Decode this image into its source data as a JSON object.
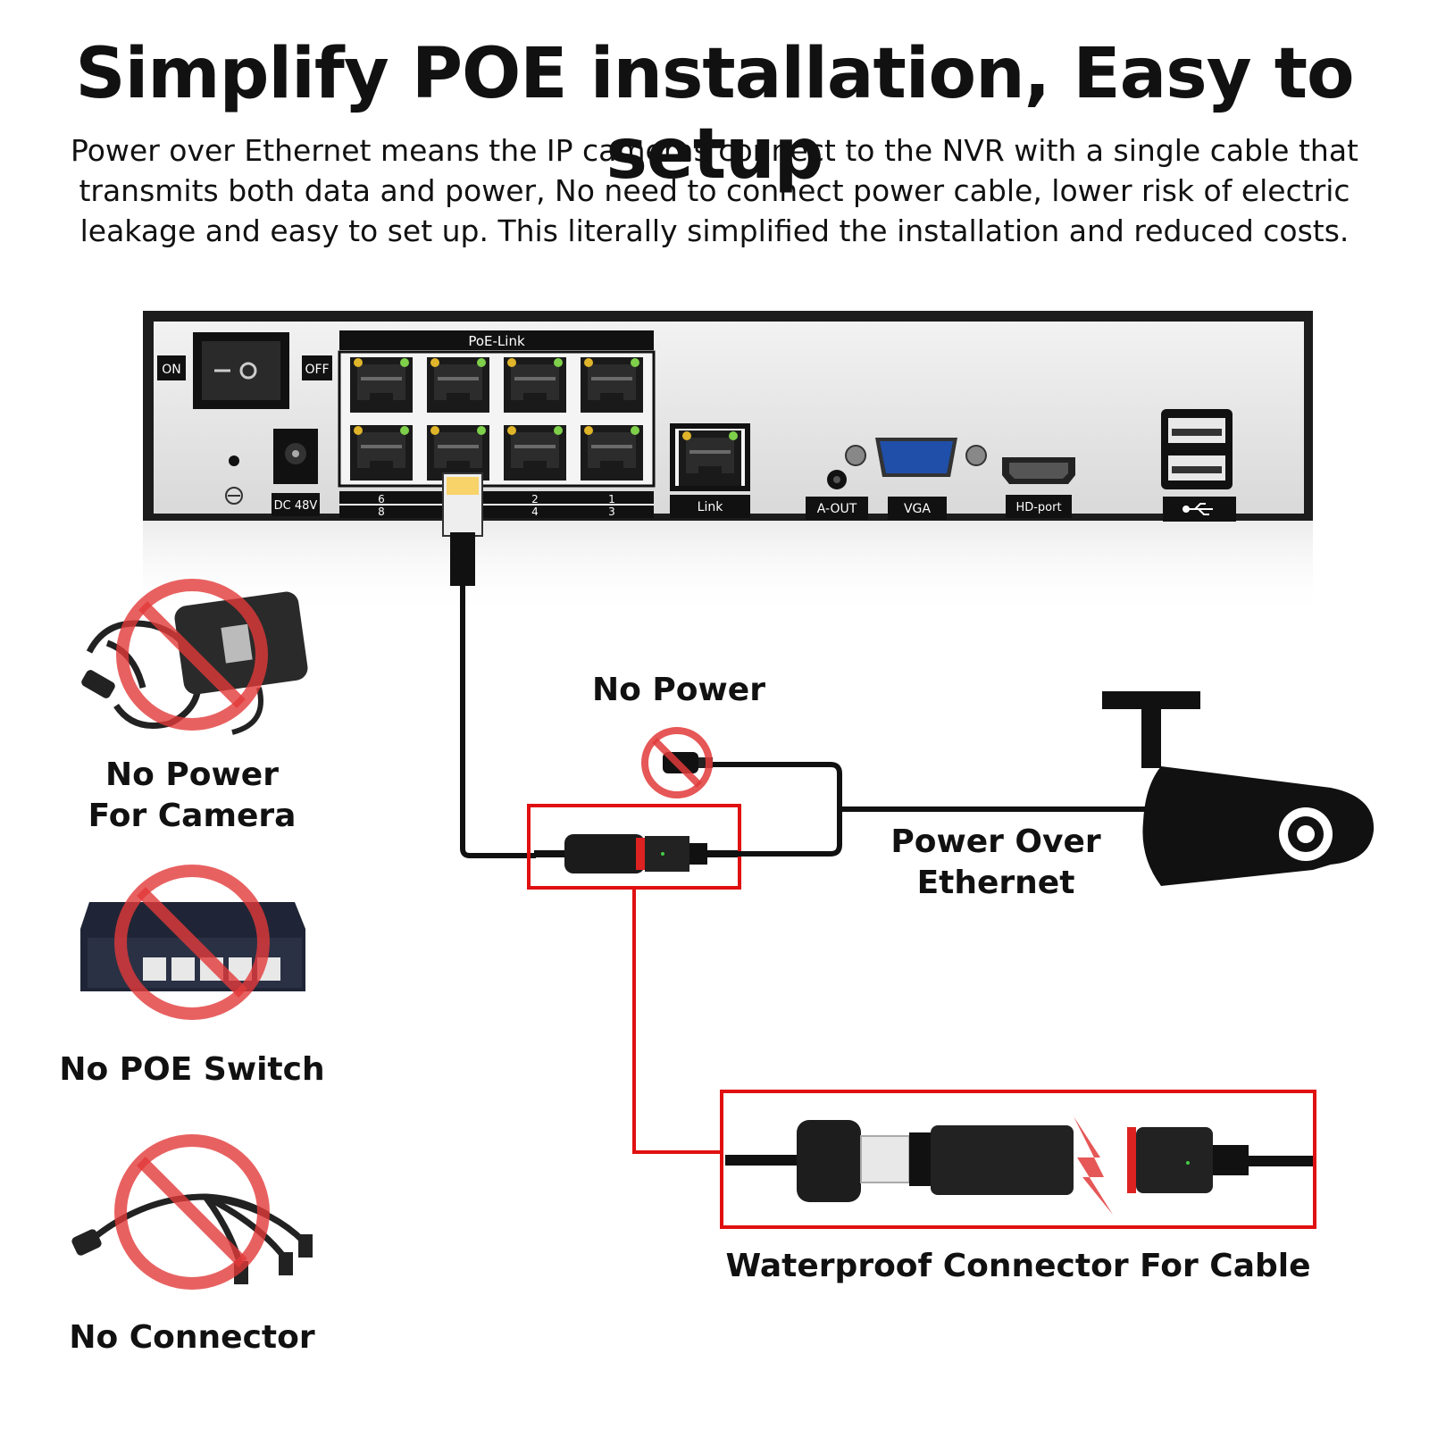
{
  "headline": "Simplify POE installation, Easy to setup",
  "subtitle_lines": [
    "Power over Ethernet means the IP cameras connect to the NVR with a single cable that",
    "transmits both data and power, No need to connect power cable, lower risk of electric",
    "leakage and easy to set up. This literally simplified the installation and reduced costs."
  ],
  "nvr": {
    "on_label": "ON",
    "off_label": "OFF",
    "poe_link_label": "PoE-Link",
    "dc_label": "DC 48V",
    "link_label": "Link",
    "aout_label": "A-OUT",
    "vga_label": "VGA",
    "hd_label": "HD-port",
    "port_numbers_top": [
      "6",
      "",
      "2",
      "1"
    ],
    "port_numbers_bottom": [
      "8",
      "",
      "4",
      "3"
    ]
  },
  "labels": {
    "no_power": "No Power",
    "power_over_ethernet": [
      "Power Over",
      "Ethernet"
    ],
    "waterproof": "Waterproof Connector For Cable",
    "no_power_camera": [
      "No Power",
      "For Camera"
    ],
    "no_poe_switch": "No POE Switch",
    "no_connector": "No Connector"
  },
  "colors": {
    "prohibit_red": "#e23a3a",
    "highlight_red": "#e01010",
    "cable_black": "#111111",
    "vga_blue": "#1f4fa8"
  }
}
